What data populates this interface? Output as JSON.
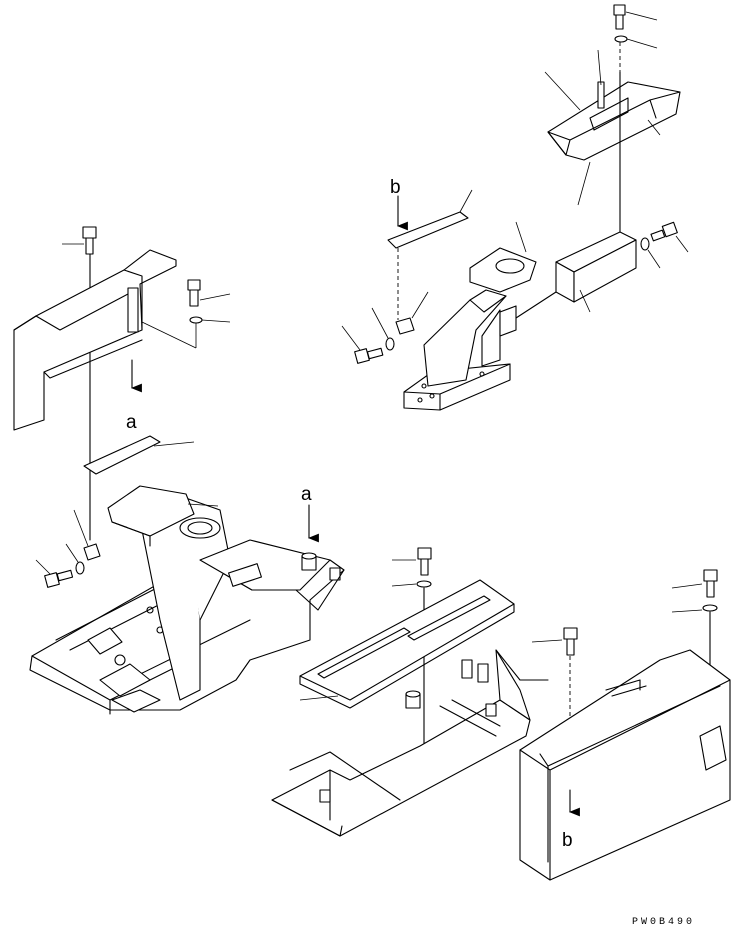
{
  "labels": {
    "a_upper": "a",
    "a_lower": "a",
    "b_upper": "b",
    "b_lower": "b"
  },
  "drawing_code": "PW0B490"
}
